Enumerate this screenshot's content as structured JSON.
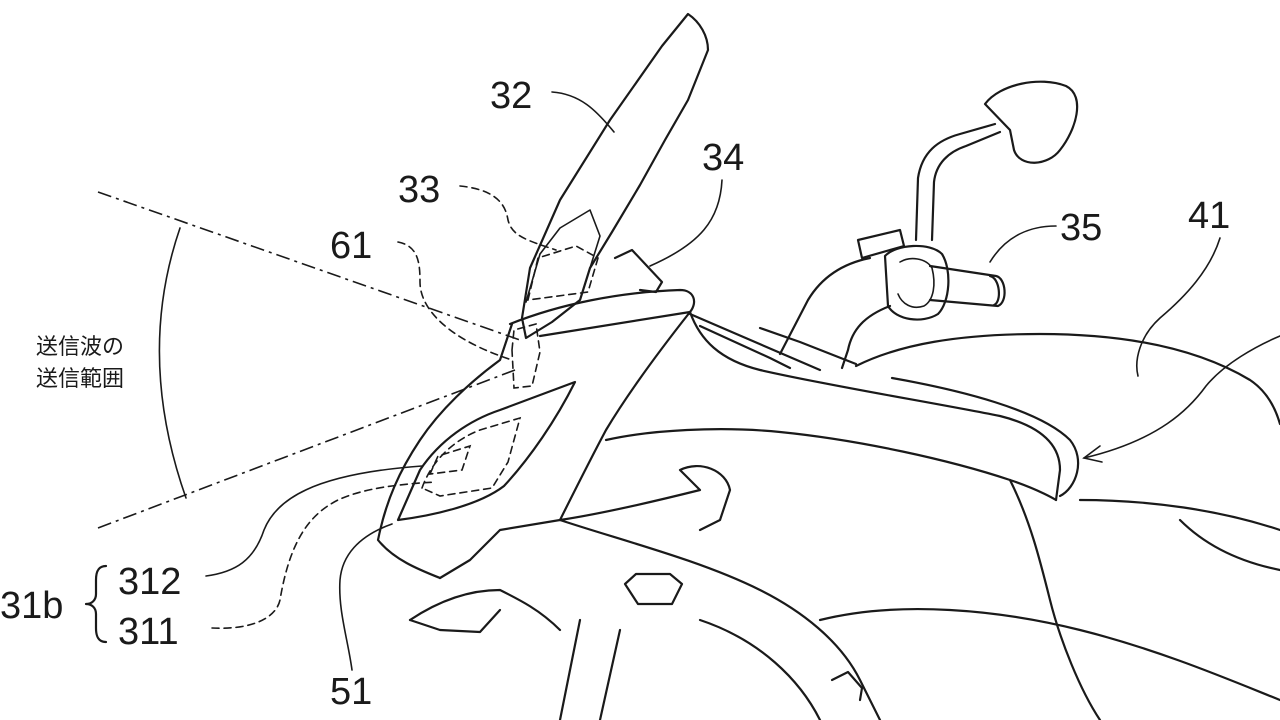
{
  "labels": {
    "windshield": "32",
    "radar_sensor": "33",
    "stay": "34",
    "handle_grip": "35",
    "fuel_tank": "41",
    "radar_unit": "61",
    "group": "31b",
    "headlight_upper": "312",
    "headlight_lower": "311",
    "cowl": "51"
  },
  "range_caption": {
    "line1": "送信波の",
    "line2": "送信範囲"
  },
  "colors": {
    "line": "#1a1a1a",
    "background": "#ffffff"
  }
}
